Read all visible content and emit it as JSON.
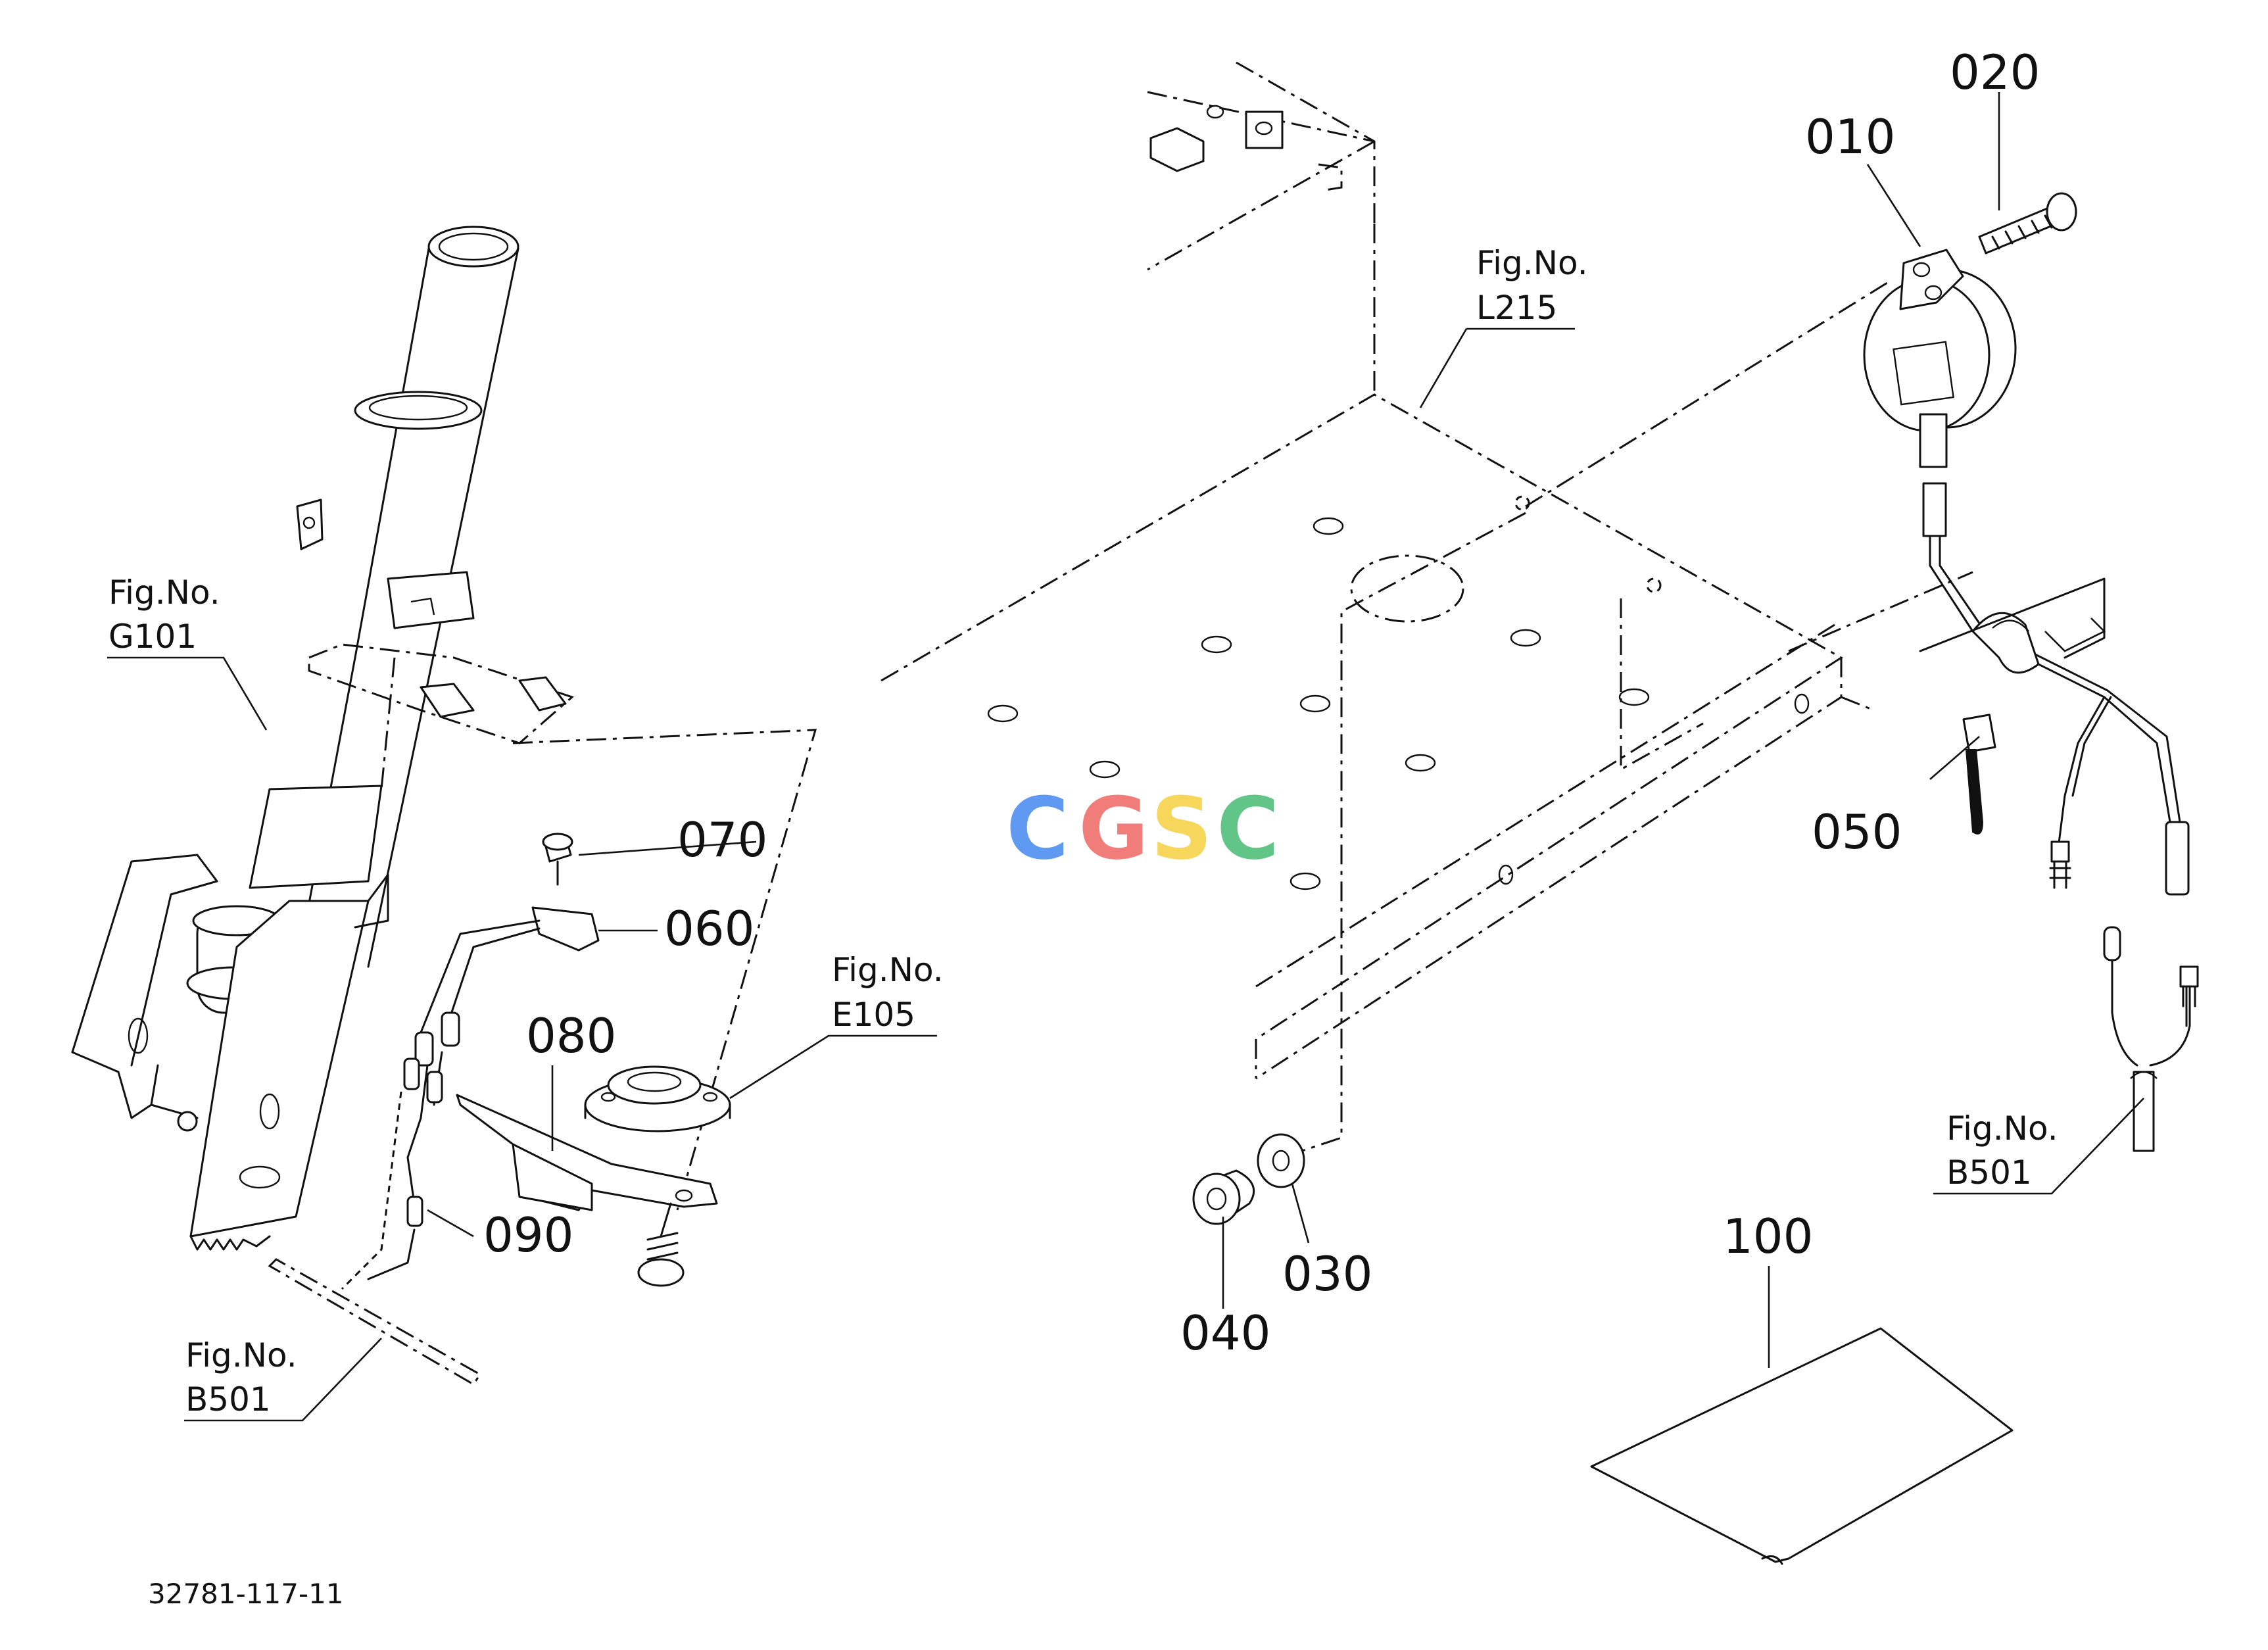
{
  "callouts": {
    "p010": "010",
    "p020": "020",
    "p030": "030",
    "p040": "040",
    "p050": "050",
    "p060": "060",
    "p070": "070",
    "p080": "080",
    "p090": "090",
    "p100": "100"
  },
  "figure_refs": {
    "label": "Fig.No.",
    "g101": "G101",
    "l215": "L215",
    "e105": "E105",
    "b501_left": "B501",
    "b501_right": "B501"
  },
  "watermark": {
    "letters": [
      "C",
      "G",
      "S",
      "C"
    ],
    "colors": [
      "#4f8ef0",
      "#ef6f6c",
      "#f6d34a",
      "#4fbf7a"
    ]
  },
  "drawing_number": "32781-117-11"
}
